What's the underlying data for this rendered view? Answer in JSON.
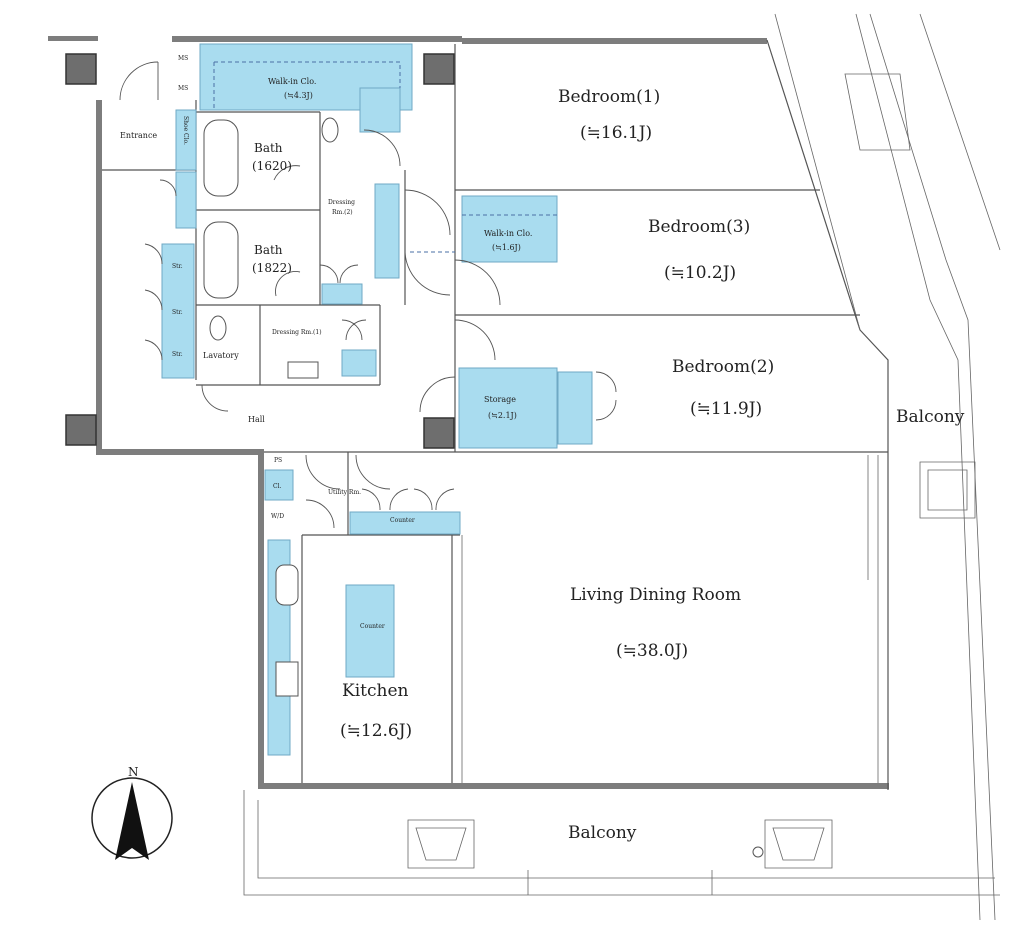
{
  "rooms": {
    "bedroom1": {
      "name": "Bedroom(1)",
      "area": "(≒16.1J)"
    },
    "bedroom2": {
      "name": "Bedroom(2)",
      "area": "(≒11.9J)"
    },
    "bedroom3": {
      "name": "Bedroom(3)",
      "area": "(≒10.2J)"
    },
    "living": {
      "name": "Living Dining Room",
      "area": "(≒38.0J)"
    },
    "kitchen": {
      "name": "Kitchen",
      "area": "(≒12.6J)"
    },
    "balcony_east": {
      "name": "Balcony"
    },
    "balcony_south": {
      "name": "Balcony"
    },
    "walkin1": {
      "name": "Walk-in Clo.",
      "area": "(≒4.3J)"
    },
    "walkin2": {
      "name": "Walk-in Clo.",
      "area": "(≒1.6J)"
    },
    "storage": {
      "name": "Storage",
      "area": "(≒2.1J)"
    },
    "bath1": {
      "name": "Bath",
      "size": "(1620)"
    },
    "bath2": {
      "name": "Bath",
      "size": "(1822)"
    },
    "dressing1": {
      "name": "Dressing",
      "sub": "Rm.(2)"
    },
    "dressing2": {
      "name": "Dressing Rm.(1)"
    },
    "entrance": {
      "name": "Entrance"
    },
    "hall": {
      "name": "Hall"
    },
    "lavatory": {
      "name": "Lavatory"
    },
    "utility": {
      "name": "Utility Rm."
    },
    "shoe_clo": {
      "name": "Shoe Clo."
    },
    "counter_top": {
      "name": "Counter"
    },
    "counter_island": {
      "name": "Counter"
    }
  },
  "small_labels": {
    "ms": "MS",
    "wd": "W/D",
    "cl": "Cl.",
    "str": "Str.",
    "ps": "PS"
  },
  "compass": {
    "north": "N"
  },
  "colors": {
    "storage_fill": "#a9dcef",
    "wall": "#7d7d7d"
  }
}
